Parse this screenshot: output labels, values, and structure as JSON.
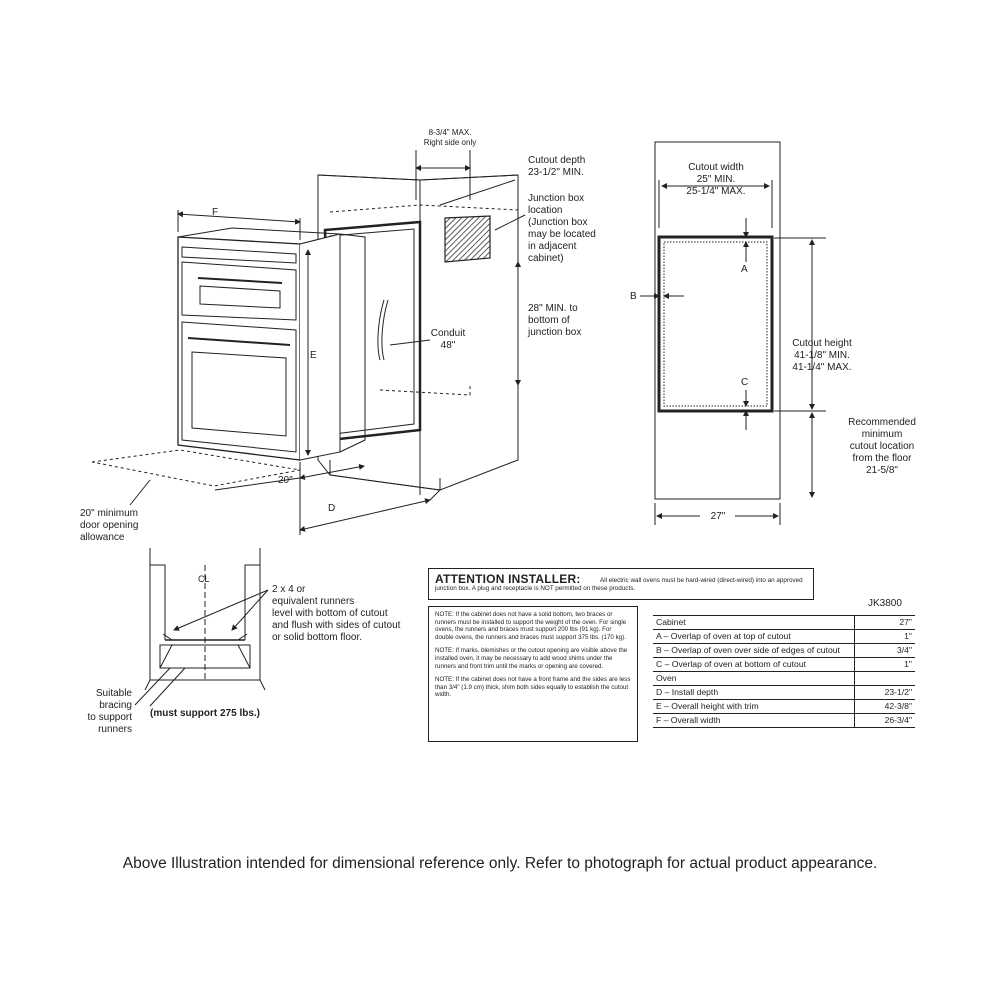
{
  "install": {
    "side_max": "8-3/4\" MAX.\nRight side only",
    "cutout_depth": "Cutout depth\n23-1/2\" MIN.",
    "junction_box": "Junction box\nlocation\n(Junction box\nmay be located\nin adjacent\ncabinet)",
    "junction_height": "28\" MIN. to\nbottom of\njunction box",
    "conduit": "Conduit\n48\"",
    "dim_f": "F",
    "dim_e": "E",
    "dim_d": "D",
    "dim_20": "20\"",
    "door_allowance": "20\" minimum\ndoor opening\nallowance"
  },
  "cutout": {
    "width_label": "Cutout width\n25\" MIN.\n25-1/4\" MAX.",
    "a": "A",
    "b": "B",
    "c": "C",
    "height_label": "Cutout height\n41-1/8\" MIN.\n41-1/4\" MAX.",
    "floor_label": "Recommended\nminimum\ncutout location\nfrom the floor\n21-5/8\"",
    "cabinet_width": "27\""
  },
  "support": {
    "centerline": "CL",
    "runners": "2 x 4 or\nequivalent runners\nlevel with bottom of cutout\nand flush with sides of cutout\nor solid bottom floor.",
    "bracing": "Suitable\nbracing\nto support\nrunners",
    "weight": "(must support 275 lbs.)"
  },
  "attention": {
    "title": "ATTENTION INSTALLER:",
    "text": "All electric wall ovens must be hard-wired (direct-wired) into an approved junction box. A plug and receptacle is NOT permitted on these products."
  },
  "notes": [
    "NOTE: If the cabinet does not have a solid bottom, two braces or runners must be installed to support the weight of the oven. For single ovens, the runners and braces must support 200 lbs (91 kg). For double ovens, the runners and braces must support 375 lbs. (170 kg).",
    "NOTE: If marks, blemishes or the cutout opening are visible above the installed oven, it may be necessary to add wood shims under the runners and front trim until the marks or opening are covered.",
    "NOTE: If the cabinet does not have a front frame and the sides are less than 3/4\" (1.9 cm) thick, shim both sides equally to establish the cutout width."
  ],
  "spec": {
    "model": "JK3800",
    "rows": [
      {
        "label": "Cabinet",
        "value": "27\""
      },
      {
        "label": "A – Overlap of oven at top of cutout",
        "value": "1\""
      },
      {
        "label": "B – Overlap of oven over side of edges of cutout",
        "value": "3/4\""
      },
      {
        "label": "C – Overlap of oven at bottom of cutout",
        "value": "1\""
      },
      {
        "label": "Oven",
        "value": ""
      },
      {
        "label": "D – Install depth",
        "value": "23-1/2\""
      },
      {
        "label": "E – Overall height with trim",
        "value": "42-3/8\""
      },
      {
        "label": "F – Overall width",
        "value": "26-3/4\""
      }
    ]
  },
  "footer": "Above Illustration intended for dimensional reference only. Refer to photograph for actual product appearance."
}
